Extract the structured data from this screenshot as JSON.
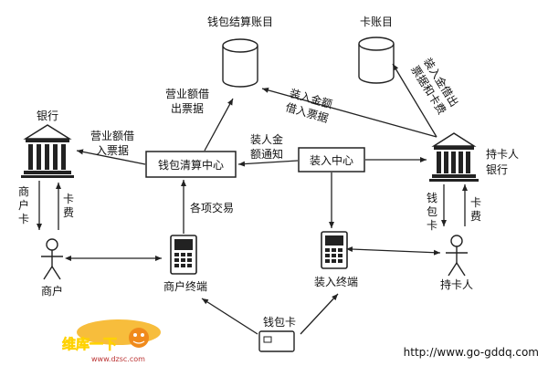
{
  "nodes": {
    "wallet_ledger": "钱包结算账目",
    "card_ledger": "卡账目",
    "bank": "银行",
    "wallet_center": "钱包清算中心",
    "load_center": "装入中心",
    "cardholder_bank": [
      "持卡人",
      "银行"
    ],
    "merchant": "商户",
    "merchant_terminal": "商户终端",
    "load_terminal": "装入终端",
    "cardholder": "持卡人",
    "wallet_card": "钱包卡"
  },
  "edges": {
    "sales_loan_invoice_up": [
      "营业额借",
      "出票据"
    ],
    "load_amount_invoice": [
      "装入金额",
      "借入票据"
    ],
    "load_debit_fee": [
      "装入金借出",
      "票据和卡费"
    ],
    "sales_loan_in": [
      "营业额借",
      "入票据"
    ],
    "load_notify": [
      "装人金",
      "额通知"
    ],
    "transactions": "各项交易",
    "merchant_card": [
      "商",
      "户",
      "卡"
    ],
    "card_fee_left": [
      "卡",
      "费"
    ],
    "wallet_card_right": [
      "钱",
      "包",
      "卡"
    ],
    "card_fee_right": [
      "卡",
      "费"
    ]
  },
  "watermark": {
    "brand": "维库一下",
    "url_small": "www.dzsc.com",
    "url": "http://www.go-gddq.com"
  }
}
